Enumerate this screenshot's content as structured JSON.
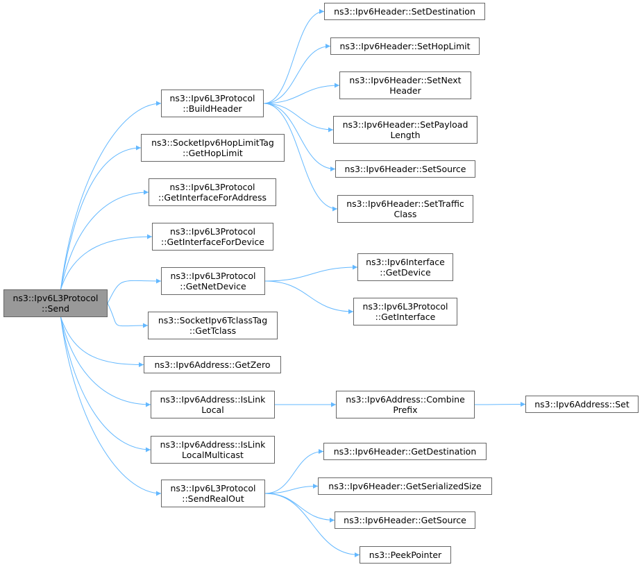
{
  "colors": {
    "edge": "#63b8ff",
    "node_border": "#666666",
    "root_fill": "#999999",
    "node_fill": "#ffffff"
  },
  "nodes": {
    "send": {
      "lines": [
        "ns3::Ipv6L3Protocol",
        "::Send"
      ]
    },
    "build_header": {
      "lines": [
        "ns3::Ipv6L3Protocol",
        "::BuildHeader"
      ]
    },
    "get_hop_limit": {
      "lines": [
        "ns3::SocketIpv6HopLimitTag",
        "::GetHopLimit"
      ]
    },
    "get_if_for_addr": {
      "lines": [
        "ns3::Ipv6L3Protocol",
        "::GetInterfaceForAddress"
      ]
    },
    "get_if_for_dev": {
      "lines": [
        "ns3::Ipv6L3Protocol",
        "::GetInterfaceForDevice"
      ]
    },
    "get_net_device": {
      "lines": [
        "ns3::Ipv6L3Protocol",
        "::GetNetDevice"
      ]
    },
    "get_tclass": {
      "lines": [
        "ns3::SocketIpv6TclassTag",
        "::GetTclass"
      ]
    },
    "get_zero": {
      "lines": [
        "ns3::Ipv6Address::GetZero"
      ]
    },
    "is_link_local": {
      "lines": [
        "ns3::Ipv6Address::IsLink",
        "Local"
      ]
    },
    "is_llm": {
      "lines": [
        "ns3::Ipv6Address::IsLink",
        "LocalMulticast"
      ]
    },
    "send_real_out": {
      "lines": [
        "ns3::Ipv6L3Protocol",
        "::SendRealOut"
      ]
    },
    "set_destination": {
      "lines": [
        "ns3::Ipv6Header::SetDestination"
      ]
    },
    "set_hop_limit": {
      "lines": [
        "ns3::Ipv6Header::SetHopLimit"
      ]
    },
    "set_next_header": {
      "lines": [
        "ns3::Ipv6Header::SetNext",
        "Header"
      ]
    },
    "set_payload_len": {
      "lines": [
        "ns3::Ipv6Header::SetPayload",
        "Length"
      ]
    },
    "set_source": {
      "lines": [
        "ns3::Ipv6Header::SetSource"
      ]
    },
    "set_traffic": {
      "lines": [
        "ns3::Ipv6Header::SetTraffic",
        "Class"
      ]
    },
    "if_get_device": {
      "lines": [
        "ns3::Ipv6Interface",
        "::GetDevice"
      ]
    },
    "get_interface": {
      "lines": [
        "ns3::Ipv6L3Protocol",
        "::GetInterface"
      ]
    },
    "combine_prefix": {
      "lines": [
        "ns3::Ipv6Address::Combine",
        "Prefix"
      ]
    },
    "addr_set": {
      "lines": [
        "ns3::Ipv6Address::Set"
      ]
    },
    "get_destination": {
      "lines": [
        "ns3::Ipv6Header::GetDestination"
      ]
    },
    "get_ser_size": {
      "lines": [
        "ns3::Ipv6Header::GetSerializedSize"
      ]
    },
    "get_source": {
      "lines": [
        "ns3::Ipv6Header::GetSource"
      ]
    },
    "peek_pointer": {
      "lines": [
        "ns3::PeekPointer"
      ]
    }
  },
  "edges": [
    [
      "send",
      "build_header"
    ],
    [
      "send",
      "get_hop_limit"
    ],
    [
      "send",
      "get_if_for_addr"
    ],
    [
      "send",
      "get_if_for_dev"
    ],
    [
      "send",
      "get_net_device"
    ],
    [
      "send",
      "get_tclass"
    ],
    [
      "send",
      "get_zero"
    ],
    [
      "send",
      "is_link_local"
    ],
    [
      "send",
      "is_llm"
    ],
    [
      "send",
      "send_real_out"
    ],
    [
      "build_header",
      "set_destination"
    ],
    [
      "build_header",
      "set_hop_limit"
    ],
    [
      "build_header",
      "set_next_header"
    ],
    [
      "build_header",
      "set_payload_len"
    ],
    [
      "build_header",
      "set_source"
    ],
    [
      "build_header",
      "set_traffic"
    ],
    [
      "get_net_device",
      "if_get_device"
    ],
    [
      "get_net_device",
      "get_interface"
    ],
    [
      "is_link_local",
      "combine_prefix"
    ],
    [
      "combine_prefix",
      "addr_set"
    ],
    [
      "send_real_out",
      "get_destination"
    ],
    [
      "send_real_out",
      "get_ser_size"
    ],
    [
      "send_real_out",
      "get_source"
    ],
    [
      "send_real_out",
      "peek_pointer"
    ]
  ]
}
